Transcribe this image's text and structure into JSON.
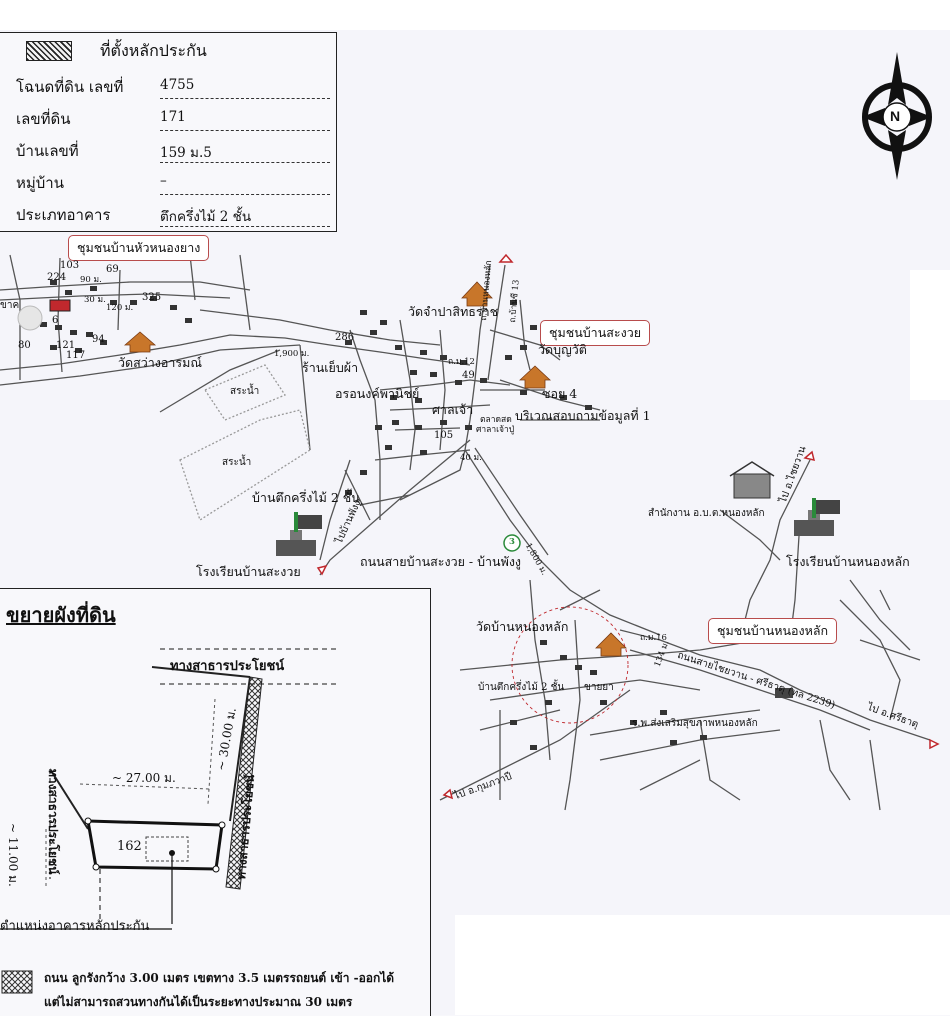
{
  "info_box": {
    "title": "ที่ตั้งหลักประกัน",
    "rows": [
      {
        "label": "โฉนดที่ดิน เลขที่",
        "value": "4755"
      },
      {
        "label": "เลขที่ดิน",
        "value": "171"
      },
      {
        "label": "บ้านเลขที่",
        "value": "159 ม.5"
      },
      {
        "label": "หมู่บ้าน",
        "value": "–"
      },
      {
        "label": "ประเภทอาคาร",
        "value": "ตึกครึ่งไม้ 2 ชั้น"
      }
    ]
  },
  "map": {
    "compass_letter": "N",
    "communities": {
      "hua_nong_yang": "ชุมชนบ้านหัวหนองยาง",
      "sa_ngwai": "ชุมชนบ้านสะงวย",
      "nong_lak": "ชุมชนบ้านหนองหลัก"
    },
    "temples": {
      "sawang_arom": "วัดสว่างอารมณ์",
      "champasitharat": "วัดจำปาสิทธราช",
      "sa_ngwai": "วัดบุญวัติ",
      "nong_lak": "วัดบ้านหนองหลัก"
    },
    "labels": {
      "shop": "ร้านเย็บผ้า",
      "orn": "อรอนงค์พานิชย์",
      "sala": "ศาลเจ้า",
      "survey_area": "บริเวณสอบถามข้อมูลที่ 1",
      "soi4": "ซอย 4",
      "house_2fl": "บ้านตึกครึ่งไม้ 2 ชั้น",
      "school_sa_ngwai": "โรงเรียนบ้านสะงวย",
      "road_sa_ngwai": "ถนนสายบ้านสะงวย - บ้านพังงู",
      "to_ban_phang": "ไปบ้านพังงู",
      "pond1": "สระน้ำ",
      "pond2": "สระน้ำ",
      "obt_office": "สำนักงาน อ.บ.ต.หนองหลัก",
      "school_nong_lak": "โรงเรียนบ้านหนองหลัก",
      "road_main": "ถนนสายไชยวาน - ศรีธาตุ (ทล 2239)",
      "to_sri_that": "ไป อ.ศรีธาตุ",
      "to_chai_wan": "ไป อ.ไชยวาน",
      "to_kumphawapi": "ไป อ.กุมภวาปี",
      "hospital": "ร.พ.ส่งเสริมสุขภาพหนองหลัก",
      "house_nong_lak": "บ้านตึกครึ่งไม้ 2 ชั้น",
      "pharmacy": "ขายยา",
      "moo12": "ถ.ม.12",
      "moo16": "ถ.ม.16",
      "village_road": "ถ.บ้านหนองหลัก",
      "road_13": "ถ.บ้านซี 13",
      "market": "ตลาดสด",
      "taling": "ศาลาเจ้าปู่"
    },
    "numbers": {
      "n103": "103",
      "n224": "224",
      "n69": "69",
      "n325": "325",
      "n6": "6",
      "n80": "80",
      "n121": "121",
      "n117": "117",
      "n94": "94",
      "n286": "286",
      "n49": "49",
      "n105": "105",
      "kha": "ขาค"
    },
    "distances": {
      "d90": "90 ม.",
      "d30": "30 ม.",
      "d120": "120 ม.",
      "d1900": "1,900 ม.",
      "d1800": "1,800 ม.",
      "d134": "134 ม.",
      "d40": "40 ม."
    },
    "route_marker": "3"
  },
  "detail": {
    "title": "ขยายผังที่ดิน",
    "road_top": "ทางสาธารประโยชน์",
    "road_left": "ทางสาธารประโยชน์",
    "road_right": "ทางสาธารประโยชน์",
    "dim_width": "~ 27.00 ม.",
    "dim_depth": "~ 30.00 ม.",
    "dim_left": "~ 11.00 ม.",
    "parcel_no": "162",
    "building_label": "ตำแหน่งอาคารหลักประกัน",
    "legend_line1": "ถนน ลูกรังกว้าง 3.00 เมตร เขตทาง 3.5 เมตรรถยนต์ เข้า -ออกได้",
    "legend_line2": "แต่ไม่สามารถสวนทางกันได้เป็นระยะทางประมาณ 30 เมตร"
  },
  "colors": {
    "callout_border": "#b84c4c",
    "subject_marker": "#c0282d",
    "temple": "#c8762a",
    "route_circle": "#2a8a3a"
  }
}
